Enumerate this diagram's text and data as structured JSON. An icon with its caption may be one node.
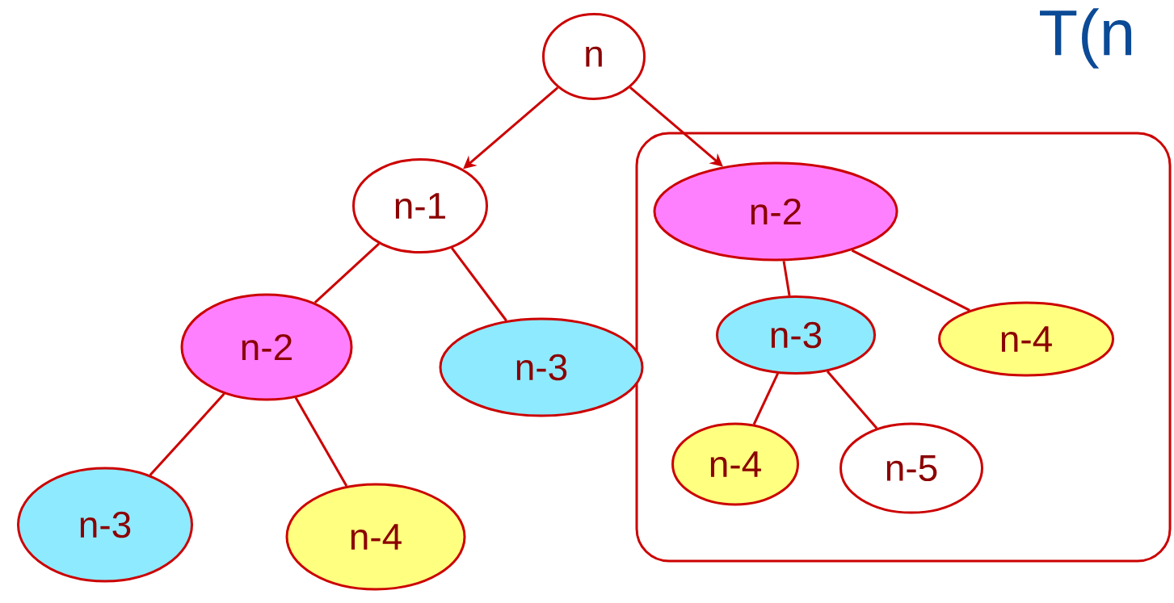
{
  "diagram": {
    "nodes": [
      {
        "text": [
          "n"
        ]
      },
      {
        "text": [
          "n-1"
        ]
      },
      {
        "text": [
          "n-2"
        ]
      },
      {
        "text": [
          "n-3"
        ]
      },
      {
        "text": [
          "n-3"
        ]
      },
      {
        "text": [
          "n-4"
        ]
      },
      {
        "text": [],
        "shape": "box"
      },
      {
        "text": [
          "n-2"
        ],
        "in": 6
      },
      {
        "text": [
          "n-3"
        ],
        "in": 6
      },
      {
        "text": [
          "n-4"
        ],
        "in": 6
      },
      {
        "text": [
          "n-4"
        ],
        "in": 6
      },
      {
        "text": [
          "n-5"
        ],
        "in": 6
      }
    ],
    "edges": [
      {
        "from": 0,
        "to": 1,
        "arrow": "to"
      },
      {
        "from": 0,
        "to": 7,
        "arrow": "to"
      },
      {
        "from": 1,
        "to": 2,
        "arrow": "none"
      },
      {
        "from": 1,
        "to": 3,
        "arrow": "none"
      },
      {
        "from": 2,
        "to": 4,
        "arrow": "none"
      },
      {
        "from": 2,
        "to": 5,
        "arrow": "none"
      },
      {
        "from": 7,
        "to": 8,
        "arrow": "none"
      },
      {
        "from": 7,
        "to": 9,
        "arrow": "none"
      },
      {
        "from": 8,
        "to": 10,
        "arrow": "none"
      },
      {
        "from": 8,
        "to": 11,
        "arrow": "none"
      }
    ],
    "labels": [
      "T(n"
    ]
  }
}
